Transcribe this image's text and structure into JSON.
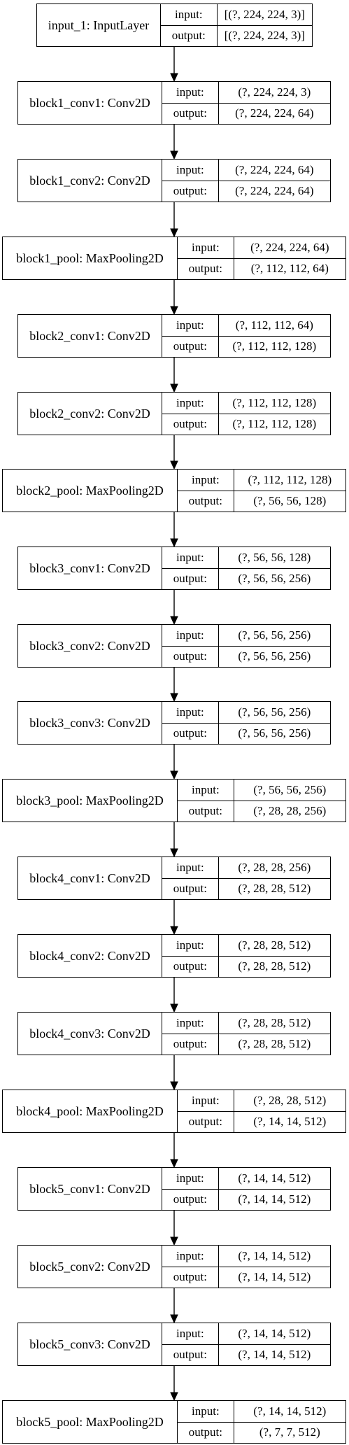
{
  "layers": [
    {
      "name": "input_1: InputLayer",
      "input": "[(?, 224, 224, 3)]",
      "output": "[(?, 224, 224, 3)]"
    },
    {
      "name": "block1_conv1: Conv2D",
      "input": "(?, 224, 224, 3)",
      "output": "(?, 224, 224, 64)"
    },
    {
      "name": "block1_conv2: Conv2D",
      "input": "(?, 224, 224, 64)",
      "output": "(?, 224, 224, 64)"
    },
    {
      "name": "block1_pool: MaxPooling2D",
      "input": "(?, 224, 224, 64)",
      "output": "(?, 112, 112, 64)"
    },
    {
      "name": "block2_conv1: Conv2D",
      "input": "(?, 112, 112, 64)",
      "output": "(?, 112, 112, 128)"
    },
    {
      "name": "block2_conv2: Conv2D",
      "input": "(?, 112, 112, 128)",
      "output": "(?, 112, 112, 128)"
    },
    {
      "name": "block2_pool: MaxPooling2D",
      "input": "(?, 112, 112, 128)",
      "output": "(?, 56, 56, 128)"
    },
    {
      "name": "block3_conv1: Conv2D",
      "input": "(?, 56, 56, 128)",
      "output": "(?, 56, 56, 256)"
    },
    {
      "name": "block3_conv2: Conv2D",
      "input": "(?, 56, 56, 256)",
      "output": "(?, 56, 56, 256)"
    },
    {
      "name": "block3_conv3: Conv2D",
      "input": "(?, 56, 56, 256)",
      "output": "(?, 56, 56, 256)"
    },
    {
      "name": "block3_pool: MaxPooling2D",
      "input": "(?, 56, 56, 256)",
      "output": "(?, 28, 28, 256)"
    },
    {
      "name": "block4_conv1: Conv2D",
      "input": "(?, 28, 28, 256)",
      "output": "(?, 28, 28, 512)"
    },
    {
      "name": "block4_conv2: Conv2D",
      "input": "(?, 28, 28, 512)",
      "output": "(?, 28, 28, 512)"
    },
    {
      "name": "block4_conv3: Conv2D",
      "input": "(?, 28, 28, 512)",
      "output": "(?, 28, 28, 512)"
    },
    {
      "name": "block4_pool: MaxPooling2D",
      "input": "(?, 28, 28, 512)",
      "output": "(?, 14, 14, 512)"
    },
    {
      "name": "block5_conv1: Conv2D",
      "input": "(?, 14, 14, 512)",
      "output": "(?, 14, 14, 512)"
    },
    {
      "name": "block5_conv2: Conv2D",
      "input": "(?, 14, 14, 512)",
      "output": "(?, 14, 14, 512)"
    },
    {
      "name": "block5_conv3: Conv2D",
      "input": "(?, 14, 14, 512)",
      "output": "(?, 14, 14, 512)"
    },
    {
      "name": "block5_pool: MaxPooling2D",
      "input": "(?, 14, 14, 512)",
      "output": "(?, 7, 7, 512)"
    }
  ],
  "labels": {
    "input": "input:",
    "output": "output:"
  }
}
